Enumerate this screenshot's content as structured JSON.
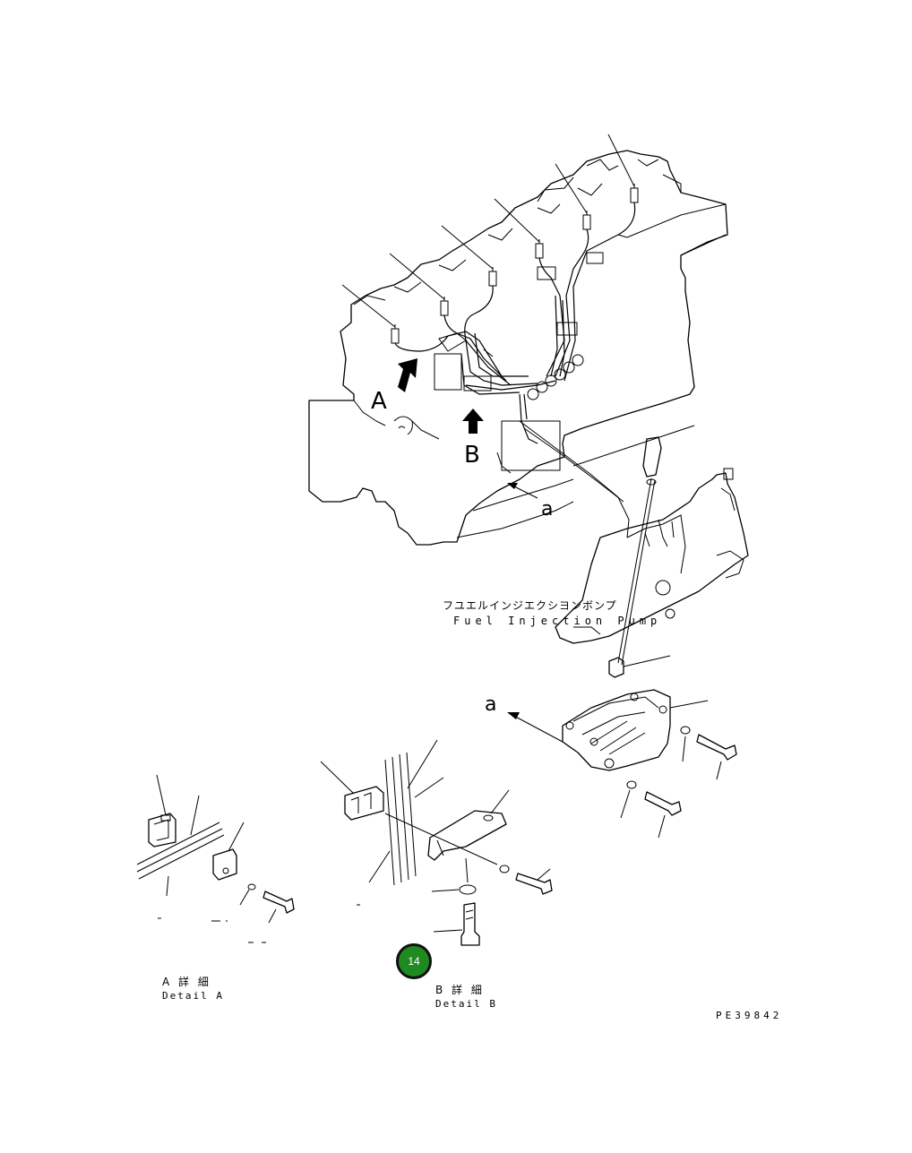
{
  "labels": {
    "view_a": "A",
    "view_b": "B",
    "arrow_a_top": "a",
    "arrow_a_bottom": "a",
    "pump_jp": "フユエルインジエクシヨンボンプ",
    "pump_en": "Fuel Injection Pump",
    "detail_a_jp": "A 詳 細",
    "detail_a_en": "Detail A",
    "detail_b_jp": "B 詳 細",
    "detail_b_en": "Detail B",
    "drawing_code": "PE39842"
  },
  "badge": {
    "number": "14",
    "color": "#1f8a1f"
  },
  "icons": {
    "view_arrow": "solid-arrow-icon",
    "pointer_arrow": "leader-arrow-icon"
  }
}
